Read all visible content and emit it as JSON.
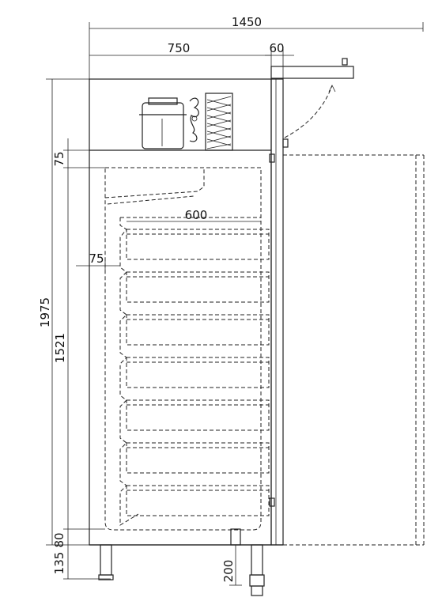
{
  "dimensions": {
    "overall_depth": "1450",
    "cabinet_depth": "750",
    "door_thickness": "60",
    "shelf_width": "600",
    "top_offset": "75",
    "side_offset": "75",
    "total_height": "1975",
    "inner_height": "1521",
    "bottom_gap": "80",
    "leg_height": "135",
    "drain_height": "200"
  }
}
